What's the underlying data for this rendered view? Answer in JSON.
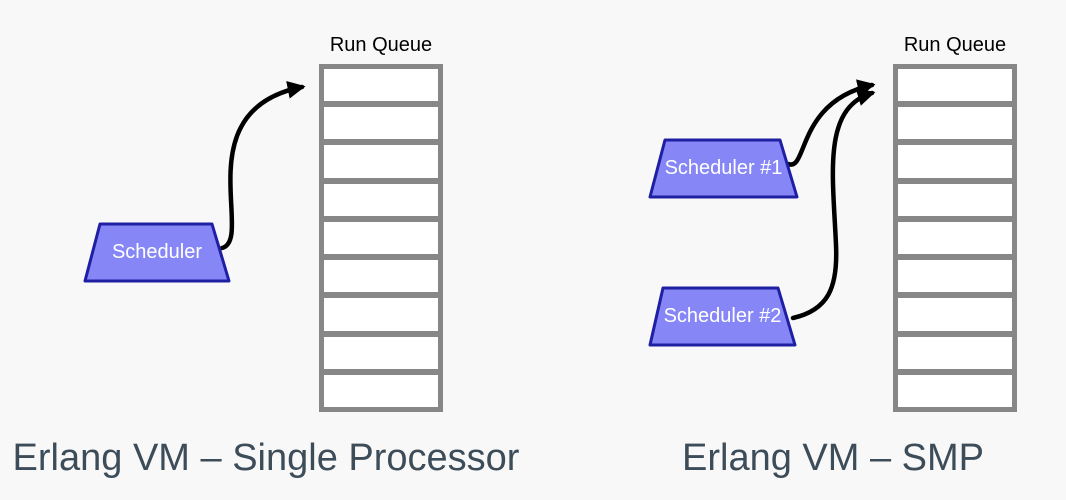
{
  "page": {
    "background": "#f8f8f8"
  },
  "colors": {
    "page_bg": "#f8f8f8",
    "scheduler_fill": "#8686f7",
    "scheduler_stroke": "#1f1fa3",
    "queue_border": "#878787",
    "queue_cell_fill": "#ffffff",
    "arrow": "#000000",
    "caption_text": "#3d4c59",
    "queue_label_text": "#000000",
    "scheduler_label_text": "#ffffff"
  },
  "diagrams": [
    {
      "caption": "Erlang VM – Single Processor",
      "queue": {
        "label": "Run Queue",
        "cells": 9
      },
      "schedulers": [
        {
          "label": "Scheduler"
        }
      ]
    },
    {
      "caption": "Erlang VM – SMP",
      "queue": {
        "label": "Run Queue",
        "cells": 9
      },
      "schedulers": [
        {
          "label": "Scheduler #1"
        },
        {
          "label": "Scheduler #2"
        }
      ]
    }
  ]
}
